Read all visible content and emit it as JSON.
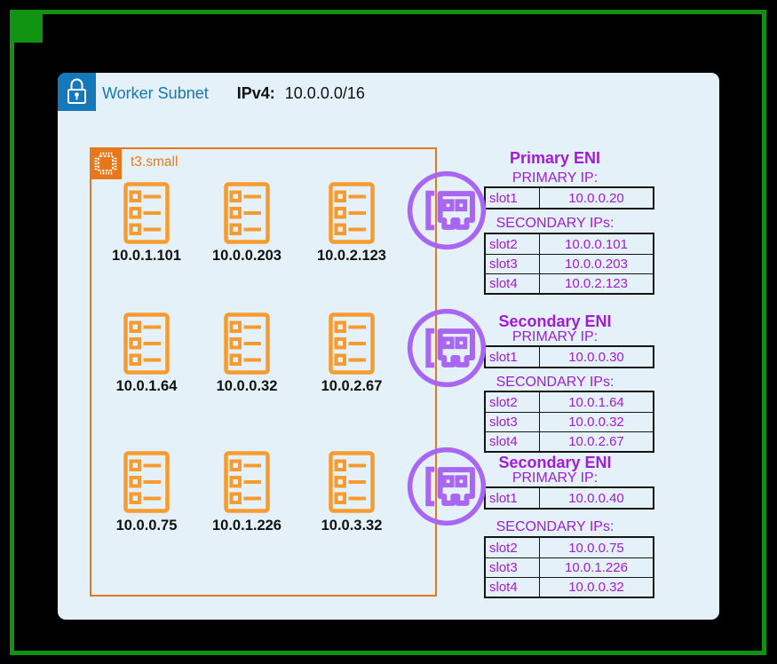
{
  "frame": {
    "accent_green": "#109310"
  },
  "subnet": {
    "title": "Worker Subnet",
    "ipv4_label": "IPv4:",
    "ipv4_value": "10.0.0.0/16",
    "icon": "lock-icon",
    "panel_bg": "#E4F1F8",
    "blue": "#1578BB"
  },
  "instance": {
    "label": "t3.small",
    "icon": "chip-icon",
    "orange": "#E8761B"
  },
  "pods": {
    "icon": "pod-list-icon",
    "orange": "#F89B2E",
    "rows": [
      [
        "10.0.1.101",
        "10.0.0.203",
        "10.0.2.123"
      ],
      [
        "10.0.1.64",
        "10.0.0.32",
        "10.0.2.67"
      ],
      [
        "10.0.0.75",
        "10.0.1.226",
        "10.0.3.32"
      ]
    ]
  },
  "enis": [
    {
      "title": "Primary ENI",
      "icon": "network-interface-icon",
      "primary_label": "PRIMARY IP:",
      "primary_rows": [
        {
          "slot": "slot1",
          "ip": "10.0.0.20"
        }
      ],
      "secondary_label": "SECONDARY IPs:",
      "secondary_rows": [
        {
          "slot": "slot2",
          "ip": "10.0.0.101"
        },
        {
          "slot": "slot3",
          "ip": "10.0.0.203"
        },
        {
          "slot": "slot4",
          "ip": "10.0.2.123"
        }
      ]
    },
    {
      "title": "Secondary ENI",
      "icon": "network-interface-icon",
      "primary_label": "PRIMARY IP:",
      "primary_rows": [
        {
          "slot": "slot1",
          "ip": "10.0.0.30"
        }
      ],
      "secondary_label": "SECONDARY IPs:",
      "secondary_rows": [
        {
          "slot": "slot2",
          "ip": "10.0.1.64"
        },
        {
          "slot": "slot3",
          "ip": "10.0.0.32"
        },
        {
          "slot": "slot4",
          "ip": "10.0.2.67"
        }
      ]
    },
    {
      "title": "Secondary ENI",
      "icon": "network-interface-icon",
      "primary_label": "PRIMARY IP:",
      "primary_rows": [
        {
          "slot": "slot1",
          "ip": "10.0.0.40"
        }
      ],
      "secondary_label": "SECONDARY IPs:",
      "secondary_rows": [
        {
          "slot": "slot2",
          "ip": "10.0.0.75"
        },
        {
          "slot": "slot3",
          "ip": "10.0.1.226"
        },
        {
          "slot": "slot4",
          "ip": "10.0.0.32"
        }
      ]
    }
  ],
  "colors": {
    "purple_text": "#A21BD9",
    "purple_icon": "#A966F2",
    "table_border": "#151515"
  }
}
